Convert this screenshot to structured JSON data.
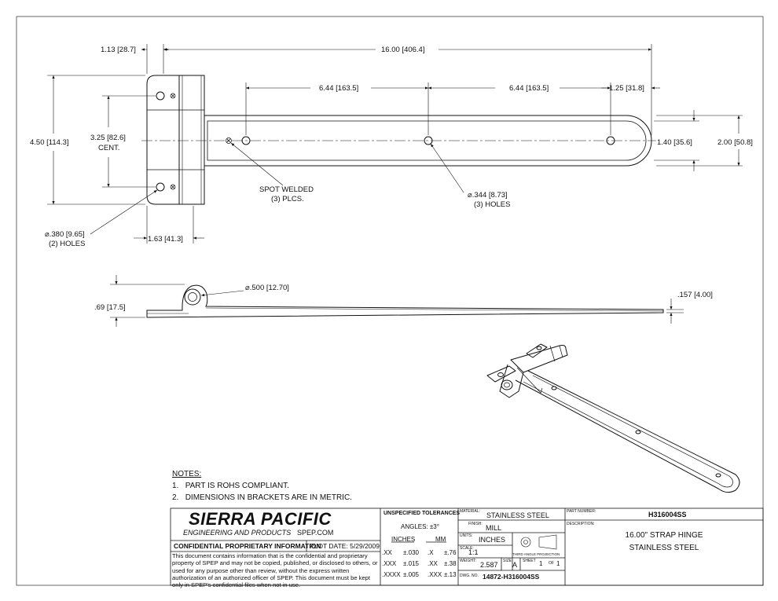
{
  "dimensions": {
    "overall_length": "16.00",
    "overall_length_mm": "406.4",
    "leaf_width": "1.13",
    "leaf_width_mm": "28.7",
    "hole_spacing_1": "6.44",
    "hole_spacing_1_mm": "163.5",
    "hole_spacing_2": "6.44",
    "hole_spacing_2_mm": "163.5",
    "end_offset": "1.25",
    "end_offset_mm": "31.8",
    "overall_height": "4.50",
    "overall_height_mm": "114.3",
    "hole_center": "3.25",
    "hole_center_mm": "82.6",
    "hole_center_note": "CENT.",
    "slot_width": "1.40",
    "slot_width_mm": "35.6",
    "strap_width": "2.00",
    "strap_width_mm": "50.8",
    "spot_weld_1": "SPOT WELDED",
    "spot_weld_2": "(3) PLCS.",
    "strap_hole_dia": ".344",
    "strap_hole_dia_mm": "8.73",
    "strap_hole_count": "(3) HOLES",
    "leaf_hole_dia": ".380",
    "leaf_hole_dia_mm": "9.65",
    "leaf_hole_count": "(2) HOLES",
    "leaf_depth": "1.63",
    "leaf_depth_mm": "41.3",
    "pin_dia": ".500",
    "pin_dia_mm": "12.70",
    "side_height": ".69",
    "side_height_mm": "17.5",
    "thickness": ".157",
    "thickness_mm": "4.00"
  },
  "notes": {
    "title": "NOTES:",
    "items": [
      "PART IS ROHS COMPLIANT.",
      "DIMENSIONS IN BRACKETS ARE IN METRIC."
    ]
  },
  "title_block": {
    "company": "SIERRA PACIFIC",
    "subtitle": "ENGINEERING AND PRODUCTS",
    "website": "SPEP.COM",
    "confidential_header": "CONFIDENTIAL PROPRIETARY INFORMATION",
    "plot_date": "PLOT DATE: 5/29/2009",
    "confidential_text": "This document contains information that is the confidential and proprietary property of SPEP and may not be copied, published, or disclosed to others, or used for any purpose  other than review, without the express written authorization of an authorized officer of SPEP. This document must be kept only in SPEP's confidential files when not in use.",
    "tolerance_header": "UNSPECIFIED TOLERANCES",
    "angles": "ANGLES: ±3°",
    "inches_label": "INCHES",
    "mm_label": "MM",
    "tol_rows": [
      {
        "in_key": ".XX",
        "in_val": "±.030",
        "mm_key": ".X",
        "mm_val": "±.76"
      },
      {
        "in_key": ".XXX",
        "in_val": "±.015",
        "mm_key": ".XX",
        "mm_val": "±.38"
      },
      {
        "in_key": ".XXXX",
        "in_val": "±.005",
        "mm_key": ".XXX",
        "mm_val": "±.13"
      }
    ],
    "material_label": "MATERIAL:",
    "material": "STAINLESS STEEL",
    "finish_label": "FINISH:",
    "finish": "MILL",
    "units_label": "UNITS:",
    "units": "INCHES",
    "scale_label": "SCALE:",
    "scale": "1:1",
    "projection": "THIRD ANGLE PROJECTION",
    "weight_label": "WEIGHT:",
    "weight": "2.587",
    "size_label": "SIZE",
    "size": "A",
    "sheet_label": "SHEET",
    "sheet": "1",
    "of_label": "OF",
    "sheets": "1",
    "dwg_label": "DWG. NO.",
    "dwg_no": "14872-H316004SS",
    "part_label": "PART NUMBER:",
    "part_number": "H316004SS",
    "desc_label": "DESCRIPTION:",
    "desc_line1": "16.00\" STRAP HINGE",
    "desc_line2": "STAINLESS STEEL"
  }
}
